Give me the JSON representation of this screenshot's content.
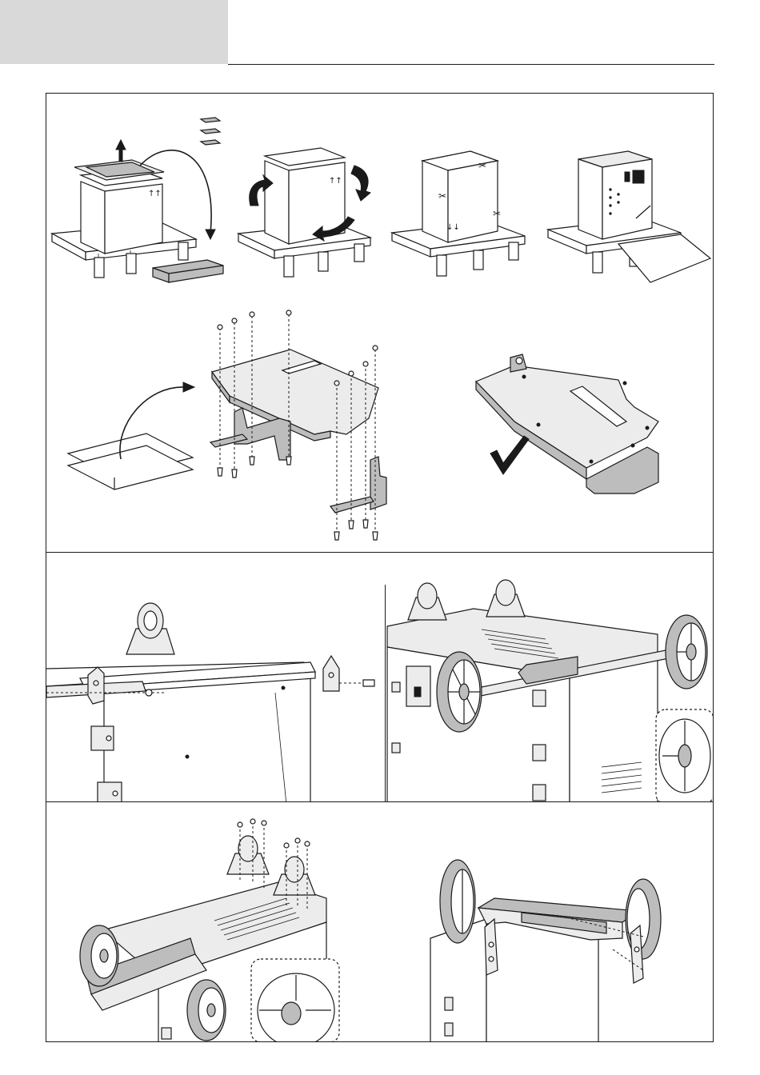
{
  "header": {
    "tab_color": "#d9d9d9",
    "rule_color": "#1a1a1a"
  },
  "panels": [
    {
      "id": "unpacking",
      "steps": [
        "remove-lid-and-parts",
        "rotate-box",
        "cut-box",
        "unpacked-on-pallet-with-ramp"
      ]
    },
    {
      "id": "shelf-assembly",
      "steps": [
        "unfold-sheet",
        "bolt-shelf-to-brackets",
        "assembled-shelf"
      ]
    },
    {
      "id": "axle-and-wheels",
      "steps": [
        "bracket-bolted-to-side",
        "axle-with-wheels-mounted"
      ]
    },
    {
      "id": "casters-and-cradle",
      "steps": [
        "mount-casters-on-top",
        "cradle-on-frame"
      ]
    }
  ],
  "icons": {
    "checkmark": "check-icon"
  }
}
